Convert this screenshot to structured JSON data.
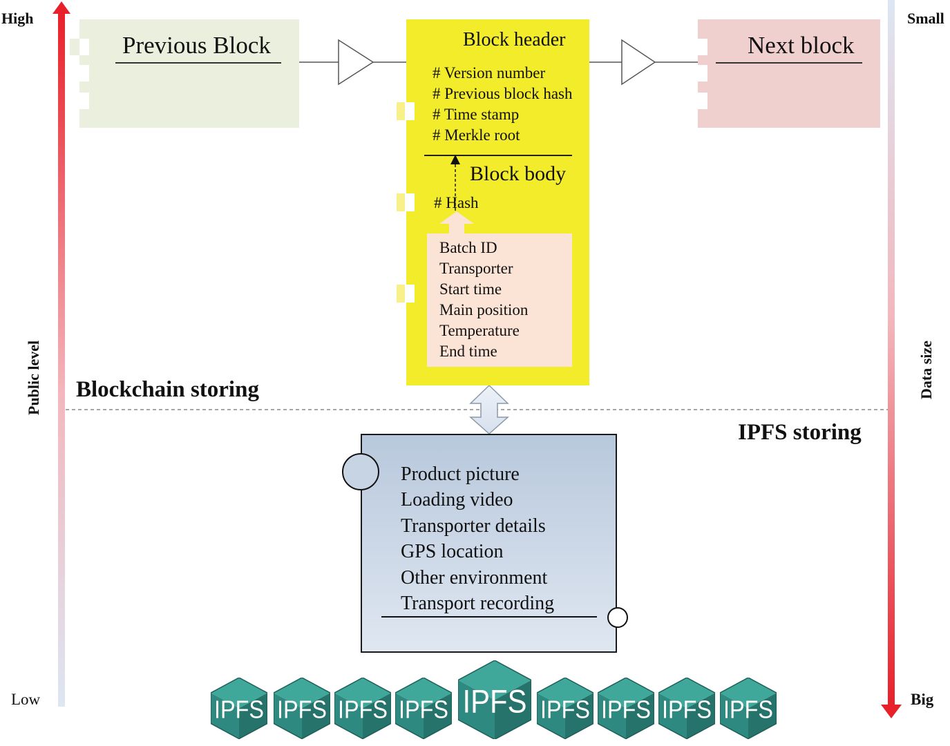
{
  "left_axis": {
    "top_label": "High",
    "bottom_label": "Low",
    "title": "Public level"
  },
  "right_axis": {
    "top_label": "Small",
    "bottom_label": "Big",
    "title": "Data size"
  },
  "previous_block": {
    "title": "Previous Block"
  },
  "next_block": {
    "title": "Next block"
  },
  "block_header": {
    "title": "Block header",
    "fields": [
      "# Version number",
      "# Previous block hash",
      "# Time stamp",
      "# Merkle root"
    ]
  },
  "block_body": {
    "title": "Block body",
    "hash": "# Hash"
  },
  "batch_record": {
    "fields": [
      "Batch ID",
      "Transporter",
      "Start time",
      "Main position",
      "Temperature",
      "End time"
    ]
  },
  "layers": {
    "blockchain": "Blockchain storing",
    "ipfs": "IPFS storing"
  },
  "ipfs_record": {
    "fields": [
      "Product picture",
      "Loading video",
      "Transporter details",
      "GPS location",
      "Other environment",
      "Transport recording"
    ]
  },
  "ipfs_nodes": [
    "IPFS",
    "IPFS",
    "IPFS",
    "IPFS",
    "IPFS",
    "IPFS",
    "IPFS",
    "IPFS",
    "IPFS"
  ],
  "colors": {
    "previous_block": "#eaf0dd",
    "next_block": "#f0cfcf",
    "current_block": "#f2ec2a",
    "batch_record": "#fbe4d6",
    "ipfs_record": "#c8d5e5",
    "ipfs_cube": "#2e8a80",
    "axis_red": "#e8202a"
  }
}
